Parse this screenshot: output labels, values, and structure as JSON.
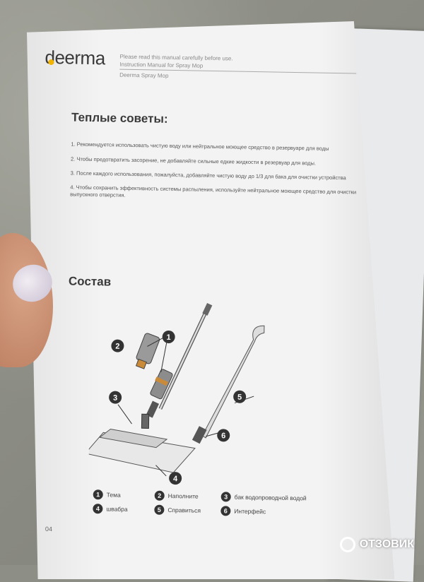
{
  "header": {
    "brand": "deerma",
    "line1": "Please read this manual carefully before use.",
    "line2": "Instruction Manual for Spray Mop",
    "line3": "Deerma Spray Mop"
  },
  "tips": {
    "title": "Теплые советы:",
    "items": [
      "1. Рекомендуется использовать чистую воду или нейтральное моющее средство в резервуаре для воды",
      "2. Чтобы предотвратить засорение, не добавляйте сильные едкие жидкости в резервуар для воды.",
      "3. После каждого использования, пожалуйста, добавляйте чистую воду до 1/3 для бака для очистки устройства",
      "4. Чтобы сохранить эффективность системы распыления, используйте нейтральное моющее средство для очистки выпускного отверстия."
    ]
  },
  "components": {
    "title": "Состав",
    "numbers": [
      "1",
      "2",
      "3",
      "4",
      "5",
      "6"
    ],
    "legend": [
      {
        "num": "1",
        "label": "Тема"
      },
      {
        "num": "2",
        "label": "Наполните"
      },
      {
        "num": "3",
        "label": "бак водопроводной водой"
      },
      {
        "num": "4",
        "label": "швабра"
      },
      {
        "num": "5",
        "label": "Справиться"
      },
      {
        "num": "6",
        "label": "Интерфейс"
      }
    ]
  },
  "page_number": "04",
  "watermark": "ОТЗОВИК",
  "colors": {
    "logo_dot": "#f1b400",
    "paper": "#f3f3f3",
    "text": "#3a3a3a"
  }
}
